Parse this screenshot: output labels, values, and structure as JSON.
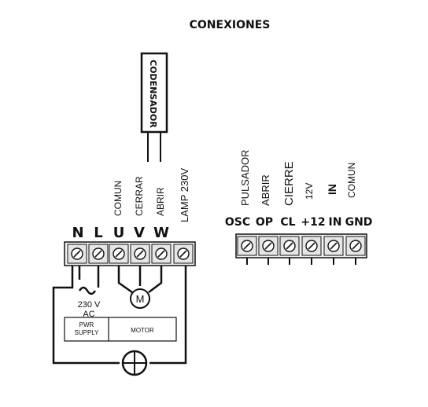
{
  "title": "CONEXIONES",
  "capacitor_label": "CODENSADOR",
  "left_block": {
    "vertical_labels": [
      "COMUN",
      "CERRAR",
      "ABRIR",
      "LAMP 230V"
    ],
    "letters": [
      "N",
      "L",
      "U",
      "V",
      "W"
    ],
    "supply_label_1": "230 V",
    "supply_label_2": "AC",
    "motor_symbol": "M",
    "box_pwr_1": "PWR",
    "box_pwr_2": "SUPPLY",
    "box_motor": "MOTOR"
  },
  "right_block": {
    "vertical_labels": [
      "PULSADOR",
      "ABRIR",
      "CIERRE",
      "12V",
      "IN",
      "COMUN"
    ],
    "terminal_codes": [
      "OSC",
      "OP",
      "CL",
      "+12",
      "IN",
      "GND"
    ]
  },
  "colors": {
    "ink": "#111111",
    "terminal_fill": "#eeeeee",
    "background": "#ffffff"
  }
}
